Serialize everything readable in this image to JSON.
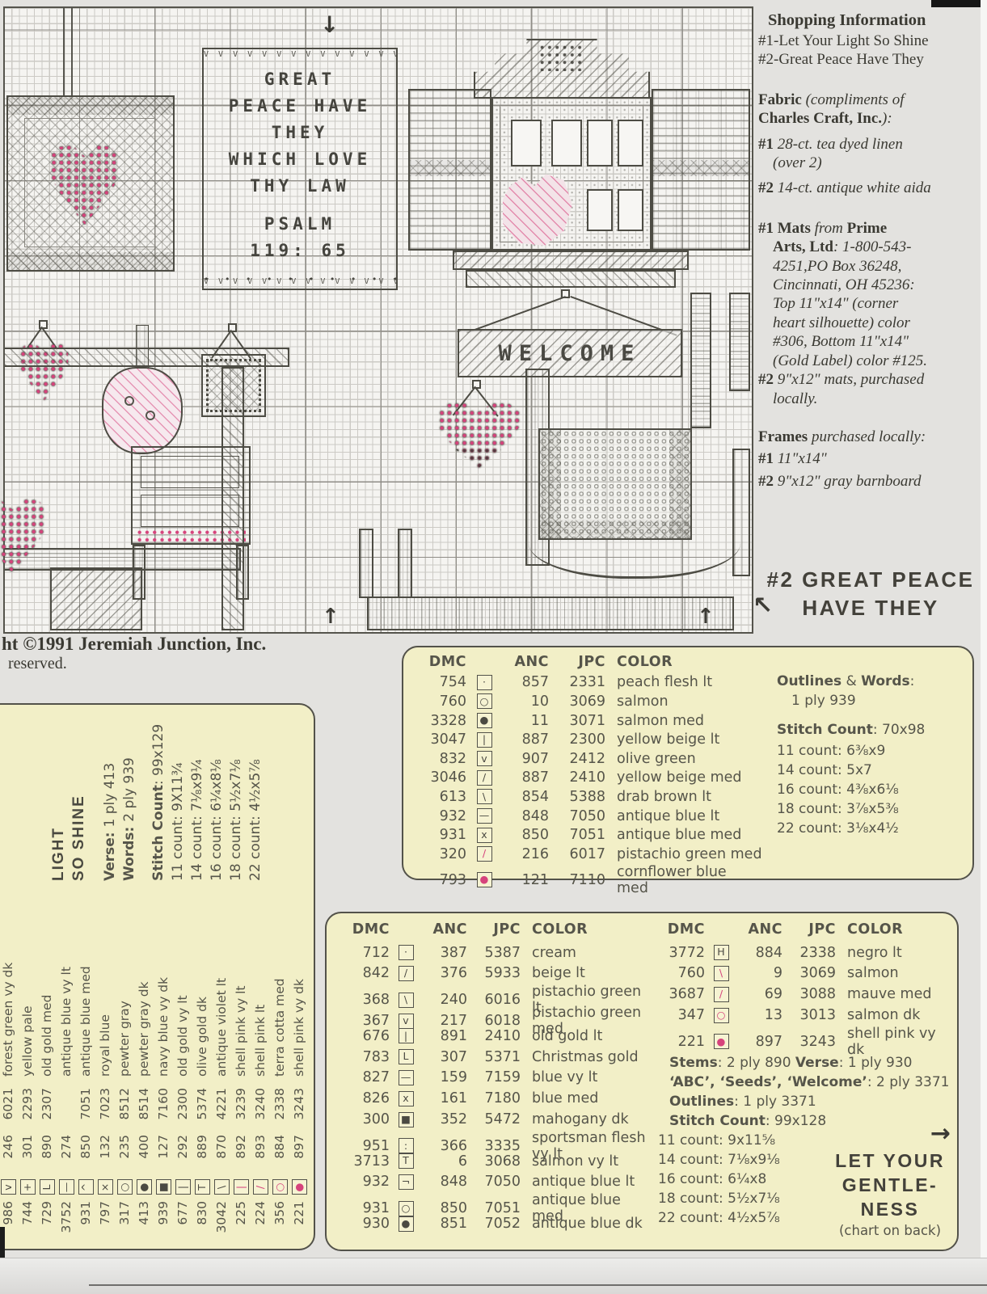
{
  "accent_pink": "#d6437c",
  "paper_cream": "#f2efc7",
  "chart": {
    "verse_border_row": "V V V V V V V V V V V V V V V V V V V V V V V",
    "verse_lines": [
      "GREAT",
      "PEACE HAVE",
      "THEY",
      "WHICH LOVE",
      "THY LAW",
      "PSALM",
      "119: 65"
    ],
    "verse_dots_row": "• • • • • • • • • • • •",
    "welcome_text": "WELCOME",
    "arrow_down": "↓",
    "arrow_up": "↑"
  },
  "copyright": {
    "line1": "ht ©1991 Jeremiah Junction, Inc.",
    "line2": "reserved."
  },
  "shopping": {
    "title": "Shopping Information",
    "lines": [
      {
        "runs": [
          {
            "t": "#1-Let Your Light So Shine"
          }
        ]
      },
      {
        "runs": [
          {
            "t": "#2-Great Peace Have They"
          }
        ]
      },
      {
        "gap": 26
      },
      {
        "runs": [
          {
            "t": "Fabric ",
            "s": "b"
          },
          {
            "t": "(compliments of",
            "s": "i"
          }
        ]
      },
      {
        "runs": [
          {
            "t": "Charles Craft, Inc.",
            "s": "b"
          },
          {
            "t": "):",
            "s": "i"
          }
        ]
      },
      {
        "gap": 8
      },
      {
        "runs": [
          {
            "t": "#1 ",
            "s": "b"
          },
          {
            "t": "28-ct. tea dyed linen",
            "s": "i"
          }
        ]
      },
      {
        "indent": true,
        "runs": [
          {
            "t": "(over 2)",
            "s": "i"
          }
        ]
      },
      {
        "gap": 8
      },
      {
        "runs": [
          {
            "t": "#2 ",
            "s": "b"
          },
          {
            "t": "14-ct. antique white aida",
            "s": "i"
          }
        ]
      },
      {
        "gap": 26
      },
      {
        "runs": [
          {
            "t": "#1 Mats ",
            "s": "b"
          },
          {
            "t": "from ",
            "s": "i"
          },
          {
            "t": "Prime",
            "s": "b"
          }
        ]
      },
      {
        "indent": true,
        "runs": [
          {
            "t": "Arts, Ltd",
            "s": "b"
          },
          {
            "t": ": 1-800-543-",
            "s": "i"
          }
        ]
      },
      {
        "indent": true,
        "runs": [
          {
            "t": "4251,PO Box 36248,",
            "s": "i"
          }
        ]
      },
      {
        "indent": true,
        "runs": [
          {
            "t": "Cincinnati, OH 45236:",
            "s": "i"
          }
        ]
      },
      {
        "indent": true,
        "runs": [
          {
            "t": "Top 11\"x14\" (corner",
            "s": "i"
          }
        ]
      },
      {
        "indent": true,
        "runs": [
          {
            "t": "heart silhouette) color",
            "s": "i"
          }
        ]
      },
      {
        "indent": true,
        "runs": [
          {
            "t": "#306, Bottom 11\"x14\"",
            "s": "i"
          }
        ]
      },
      {
        "indent": true,
        "runs": [
          {
            "t": "(Gold Label) color #125.",
            "s": "i"
          }
        ]
      },
      {
        "runs": [
          {
            "t": "#2 ",
            "s": "b"
          },
          {
            "t": "9\"x12\" mats, purchased",
            "s": "i"
          }
        ]
      },
      {
        "indent": true,
        "runs": [
          {
            "t": "locally.",
            "s": "i"
          }
        ]
      },
      {
        "gap": 24
      },
      {
        "runs": [
          {
            "t": "Frames ",
            "s": "b"
          },
          {
            "t": "purchased locally:",
            "s": "i"
          }
        ]
      },
      {
        "gap": 4
      },
      {
        "runs": [
          {
            "t": "#1 ",
            "s": "b"
          },
          {
            "t": "11\"x14\"",
            "s": "i"
          }
        ]
      },
      {
        "gap": 4
      },
      {
        "runs": [
          {
            "t": "#2 ",
            "s": "b"
          },
          {
            "t": "9\"x12\" gray barnboard",
            "s": "i"
          }
        ]
      }
    ]
  },
  "heading2": {
    "line1": "#2 GREAT PEACE",
    "line2": "HAVE THEY",
    "arrow": "↖"
  },
  "key_peace": {
    "headers": [
      "DMC",
      "ANC",
      "JPC",
      "COLOR"
    ],
    "rows": [
      {
        "d": "754",
        "s": "·",
        "a": "857",
        "j": "2331",
        "c": "peach flesh lt",
        "p": false
      },
      {
        "d": "760",
        "s": "○",
        "a": "10",
        "j": "3069",
        "c": "salmon",
        "p": false
      },
      {
        "d": "3328",
        "s": "●",
        "a": "11",
        "j": "3071",
        "c": "salmon med",
        "p": false
      },
      {
        "d": "3047",
        "s": "|",
        "a": "887",
        "j": "2300",
        "c": "yellow beige lt",
        "p": false
      },
      {
        "d": "832",
        "s": "v",
        "a": "907",
        "j": "2412",
        "c": "olive green",
        "p": false
      },
      {
        "d": "3046",
        "s": "/",
        "a": "887",
        "j": "2410",
        "c": "yellow beige med",
        "p": false
      },
      {
        "d": "613",
        "s": "\\",
        "a": "854",
        "j": "5388",
        "c": "drab brown lt",
        "p": false
      },
      {
        "d": "932",
        "s": "—",
        "a": "848",
        "j": "7050",
        "c": "antique blue lt",
        "p": false
      },
      {
        "d": "931",
        "s": "x",
        "a": "850",
        "j": "7051",
        "c": "antique blue med",
        "p": false
      },
      {
        "d": "320",
        "s": "/",
        "a": "216",
        "j": "6017",
        "c": "pistachio green med",
        "p": true
      },
      {
        "d": "793",
        "s": "●",
        "a": "121",
        "j": "7110",
        "c": "cornflower blue med",
        "p": true
      }
    ],
    "info_lines": [
      {
        "runs": [
          {
            "t": "Outlines",
            "s": "b"
          },
          {
            "t": " & "
          },
          {
            "t": "Words",
            "s": "b"
          },
          {
            "t": ":"
          }
        ]
      },
      {
        "indent": true,
        "runs": [
          {
            "t": "1 ply 939"
          }
        ]
      },
      {
        "gap": 12
      },
      {
        "runs": [
          {
            "t": "Stitch Count",
            "s": "b"
          },
          {
            "t": ": 70x98"
          }
        ]
      }
    ],
    "counts": [
      "11 count: 6⅜x9",
      "14 count: 5x7",
      "16 count: 4⅜x6⅛",
      "18 count: 3⅞x5⅜",
      "22 count: 3⅛x4½"
    ]
  },
  "key_light": {
    "title1": "LIGHT",
    "title2": "SO SHINE",
    "rows": [
      {
        "d": "986",
        "s": "v",
        "a": "246",
        "j": "6021",
        "c": "forest green vy dk",
        "p": false
      },
      {
        "d": "744",
        "s": "+",
        "a": "301",
        "j": "2293",
        "c": "yellow pale",
        "p": false
      },
      {
        "d": "729",
        "s": "L",
        "a": "890",
        "j": "2307",
        "c": "old gold med",
        "p": false
      },
      {
        "d": "3752",
        "s": "—",
        "a": "274",
        "j": "",
        "c": "antique blue vy lt",
        "p": false
      },
      {
        "d": "931",
        "s": "^",
        "a": "850",
        "j": "7051",
        "c": "antique blue med",
        "p": false
      },
      {
        "d": "797",
        "s": "×",
        "a": "132",
        "j": "7023",
        "c": "royal blue",
        "p": false
      },
      {
        "d": "317",
        "s": "○",
        "a": "235",
        "j": "8512",
        "c": "pewter gray",
        "p": false
      },
      {
        "d": "413",
        "s": "●",
        "a": "400",
        "j": "8514",
        "c": "pewter gray dk",
        "p": false
      },
      {
        "d": "939",
        "s": "■",
        "a": "127",
        "j": "7160",
        "c": "navy blue vy dk",
        "p": false
      },
      {
        "d": "677",
        "s": "|",
        "a": "292",
        "j": "2300",
        "c": "old gold vy lt",
        "p": false
      },
      {
        "d": "830",
        "s": "T",
        "a": "889",
        "j": "5374",
        "c": "olive gold dk",
        "p": false
      },
      {
        "d": "3042",
        "s": "\\",
        "a": "870",
        "j": "4221",
        "c": "antique violet lt",
        "p": false
      },
      {
        "d": "225",
        "s": "|",
        "a": "892",
        "j": "3239",
        "c": "shell pink vy lt",
        "p": true
      },
      {
        "d": "224",
        "s": "/",
        "a": "893",
        "j": "3240",
        "c": "shell pink lt",
        "p": true
      },
      {
        "d": "356",
        "s": "○",
        "a": "884",
        "j": "2338",
        "c": "terra cotta med",
        "p": true
      },
      {
        "d": "221",
        "s": "●",
        "a": "897",
        "j": "3243",
        "c": "shell pink vy dk",
        "p": true
      }
    ],
    "info_lines": [
      {
        "runs": [
          {
            "t": "Verse: ",
            "s": "b"
          },
          {
            "t": "1 ply 413"
          }
        ]
      },
      {
        "runs": [
          {
            "t": "Words: ",
            "s": "b"
          },
          {
            "t": "2 ply 939"
          }
        ]
      },
      {
        "gap": 12
      },
      {
        "runs": [
          {
            "t": "Stitch Count",
            "s": "b"
          },
          {
            "t": ": 99x129"
          }
        ]
      }
    ],
    "counts": [
      "11 count: 9X11¾",
      "14 count: 7⅛x9¼",
      "16 count: 6¼x8⅛",
      "18 count: 5½x7⅛",
      "22 count: 4½x5⅞"
    ]
  },
  "key_gentle": {
    "headers": [
      "DMC",
      "ANC",
      "JPC",
      "COLOR"
    ],
    "rows_left": [
      {
        "d": "712",
        "s": "·",
        "a": "387",
        "j": "5387",
        "c": "cream",
        "p": false
      },
      {
        "d": "842",
        "s": "/",
        "a": "376",
        "j": "5933",
        "c": "beige lt",
        "p": false
      },
      {
        "d": "368",
        "s": "\\",
        "a": "240",
        "j": "6016",
        "c": "pistachio green lt",
        "p": false
      },
      {
        "d": "367",
        "s": "v",
        "a": "217",
        "j": "6018",
        "c": "pistachio green med",
        "p": false
      },
      {
        "d": "676",
        "s": "|",
        "a": "891",
        "j": "2410",
        "c": "old gold lt",
        "p": false
      },
      {
        "d": "783",
        "s": "L",
        "a": "307",
        "j": "5371",
        "c": "Christmas gold",
        "p": false
      },
      {
        "d": "827",
        "s": "—",
        "a": "159",
        "j": "7159",
        "c": "blue vy lt",
        "p": false
      },
      {
        "d": "826",
        "s": "x",
        "a": "161",
        "j": "7180",
        "c": "blue med",
        "p": false
      },
      {
        "d": "300",
        "s": "■",
        "a": "352",
        "j": "5472",
        "c": "mahogany dk",
        "p": false
      },
      {
        "d": "951",
        "s": ":",
        "a": "366",
        "j": "3335",
        "c": "sportsman flesh vy lt",
        "p": false
      },
      {
        "d": "3713",
        "s": "T",
        "a": "6",
        "j": "3068",
        "c": "salmon vy lt",
        "p": false
      },
      {
        "d": "932",
        "s": "¬",
        "a": "848",
        "j": "7050",
        "c": "antique blue lt",
        "p": false
      },
      {
        "d": "931",
        "s": "○",
        "a": "850",
        "j": "7051",
        "c": "antique blue med",
        "p": false
      },
      {
        "d": "930",
        "s": "●",
        "a": "851",
        "j": "7052",
        "c": "antique blue dk",
        "p": false
      }
    ],
    "rows_right": [
      {
        "d": "3772",
        "s": "H",
        "a": "884",
        "j": "2338",
        "c": "negro lt",
        "p": false
      },
      {
        "d": "760",
        "s": "\\",
        "a": "9",
        "j": "3069",
        "c": "salmon",
        "p": true
      },
      {
        "d": "3687",
        "s": "/",
        "a": "69",
        "j": "3088",
        "c": "mauve med",
        "p": true
      },
      {
        "d": "347",
        "s": "○",
        "a": "13",
        "j": "3013",
        "c": "salmon dk",
        "p": true
      },
      {
        "d": "221",
        "s": "●",
        "a": "897",
        "j": "3243",
        "c": "shell pink vy dk",
        "p": true
      }
    ],
    "footer_lines": [
      {
        "runs": [
          {
            "t": "Stems",
            "s": "b"
          },
          {
            "t": ": 2 ply 890  "
          },
          {
            "t": "Verse",
            "s": "b"
          },
          {
            "t": ": 1 ply 930"
          }
        ]
      },
      {
        "runs": [
          {
            "t": "‘ABC’, ‘Seeds’, ‘Welcome’",
            "s": "b"
          },
          {
            "t": ": 2 ply 3371"
          }
        ]
      },
      {
        "runs": [
          {
            "t": "Outlines",
            "s": "b"
          },
          {
            "t": ": 1 ply 3371"
          }
        ]
      },
      {
        "runs": [
          {
            "t": "Stitch Count",
            "s": "b"
          },
          {
            "t": ": 99x128"
          }
        ]
      }
    ],
    "counts": [
      "11 count: 9x11⅝",
      "14 count: 7⅛x9⅛",
      "16 count: 6¼x8",
      "18 count: 5½x7⅛",
      "22 count: 4½x5⅞"
    ],
    "next_chart": {
      "arrow": "→",
      "line1": "LET YOUR",
      "line2": "GENTLE-",
      "line3": "NESS",
      "line4": "(chart on back)"
    }
  }
}
